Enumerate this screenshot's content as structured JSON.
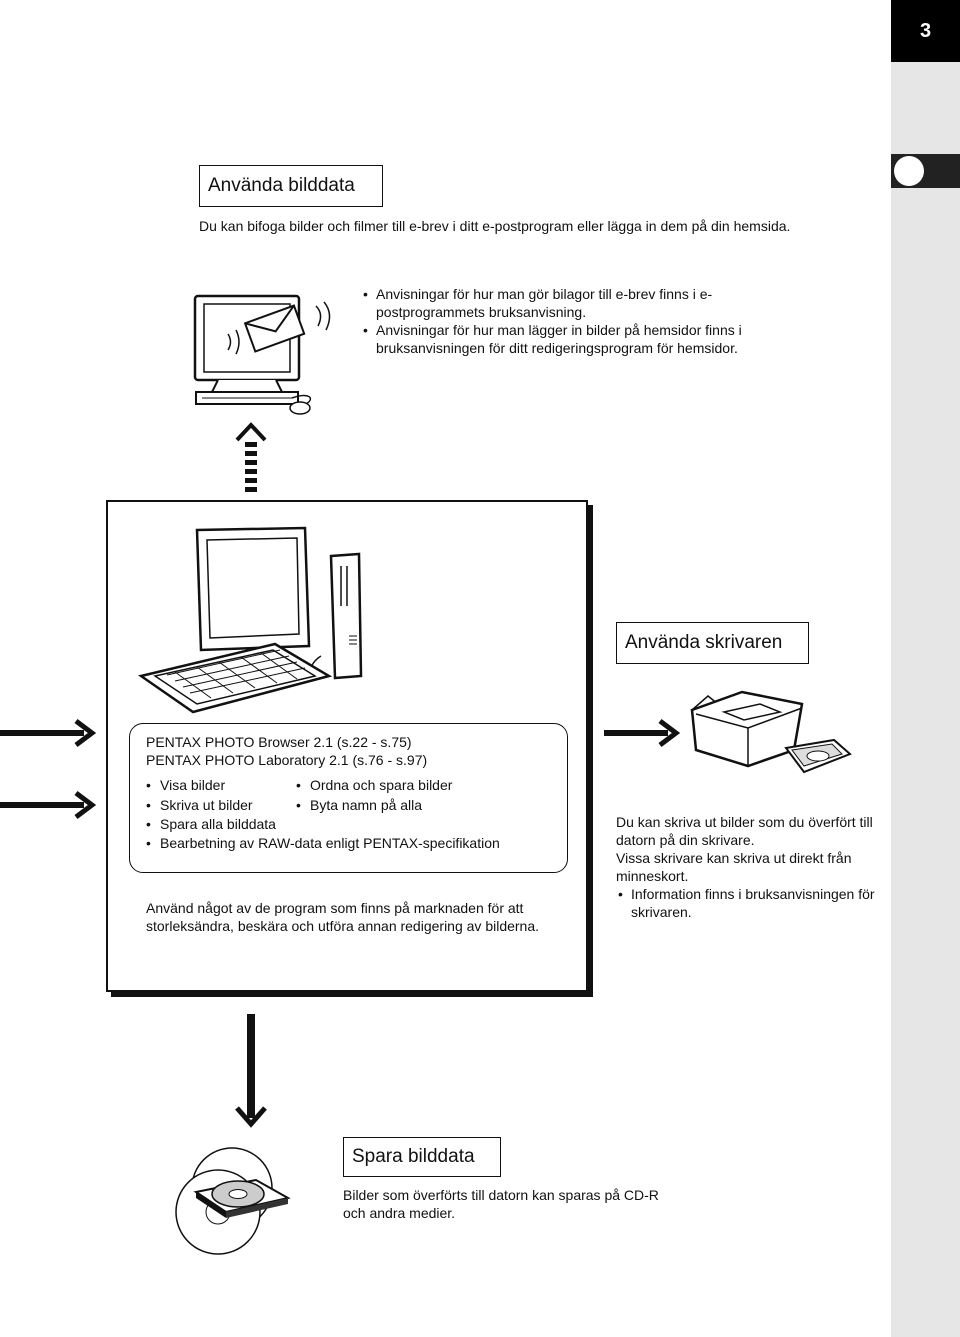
{
  "page": {
    "number": "3"
  },
  "email_section": {
    "title": "Använda bilddata",
    "description": "Du kan bifoga bilder och filmer till e-brev i ditt e-postprogram eller lägga in dem på din hemsida.",
    "bullets": [
      "Anvisningar för hur man gör bilagor till e-brev finns i e-postprogrammets bruksanvisning.",
      "Anvisningar för hur man lägger in bilder på hemsidor finns i bruksanvisningen för ditt redigeringsprogram för hemsidor."
    ]
  },
  "software": {
    "line1": "PENTAX PHOTO Browser 2.1 (s.22 - s.75)",
    "line2": "PENTAX PHOTO Laboratory 2.1 (s.76 - s.97)",
    "features": [
      "Visa bilder",
      "Ordna och spara bilder",
      "Skriva ut bilder",
      "Byta namn på alla",
      "Spara alla bilddata",
      "Bearbetning av RAW-data enligt PENTAX-specifikation"
    ],
    "note": "Använd något av de program som finns på marknaden för att storleksändra, beskära och utföra annan redigering av bilderna."
  },
  "printer_section": {
    "title": "Använda skrivaren",
    "line1": "Du kan skriva ut bilder som du överfört till datorn på din skrivare.",
    "line2": "Vissa skrivare kan skriva ut direkt från minneskort.",
    "bullet": "Information finns i bruksanvisningen för skrivaren."
  },
  "save_section": {
    "title": "Spara bilddata",
    "description": "Bilder som överförts till datorn kan sparas på CD-R och andra medier."
  },
  "icons": {
    "email_monitor": "monitor-with-envelope-icon",
    "computer": "desktop-computer-icon",
    "printer": "printer-icon",
    "cd": "cd-disc-icon",
    "arrow_up": "dashed-arrow-up-icon",
    "arrow_right": "arrow-right-icon",
    "arrow_down": "arrow-down-icon"
  }
}
